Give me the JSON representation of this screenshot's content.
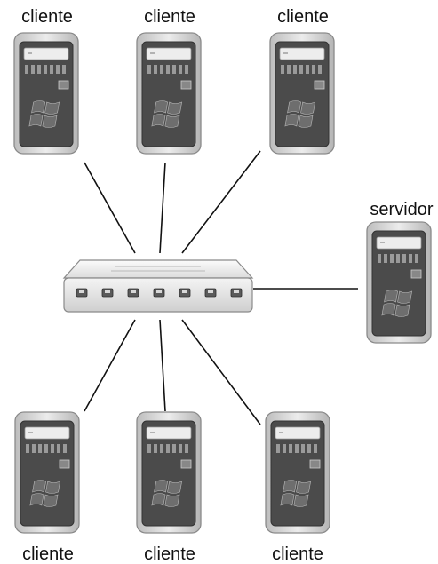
{
  "nodes": [
    {
      "id": "client-top-left",
      "label": "cliente",
      "icon": "windows-server-tower-icon"
    },
    {
      "id": "client-top-center",
      "label": "cliente",
      "icon": "windows-server-tower-icon"
    },
    {
      "id": "client-top-right",
      "label": "cliente",
      "icon": "windows-server-tower-icon"
    },
    {
      "id": "server",
      "label": "servidor",
      "icon": "windows-server-tower-icon"
    },
    {
      "id": "client-bottom-left",
      "label": "cliente",
      "icon": "windows-server-tower-icon"
    },
    {
      "id": "client-bottom-center",
      "label": "cliente",
      "icon": "windows-server-tower-icon"
    },
    {
      "id": "client-bottom-right",
      "label": "cliente",
      "icon": "windows-server-tower-icon"
    }
  ],
  "hub": {
    "id": "network-switch",
    "icon": "network-switch-icon",
    "ports": 7
  },
  "edges": [
    {
      "from": "network-switch",
      "to": "client-top-left"
    },
    {
      "from": "network-switch",
      "to": "client-top-center"
    },
    {
      "from": "network-switch",
      "to": "client-top-right"
    },
    {
      "from": "network-switch",
      "to": "server"
    },
    {
      "from": "network-switch",
      "to": "client-bottom-left"
    },
    {
      "from": "network-switch",
      "to": "client-bottom-center"
    },
    {
      "from": "network-switch",
      "to": "client-bottom-right"
    }
  ],
  "colors": {
    "line": "#111111",
    "case": "#d9d9d9",
    "front": "#4a4a4a",
    "switch": "#e6e6e6"
  }
}
